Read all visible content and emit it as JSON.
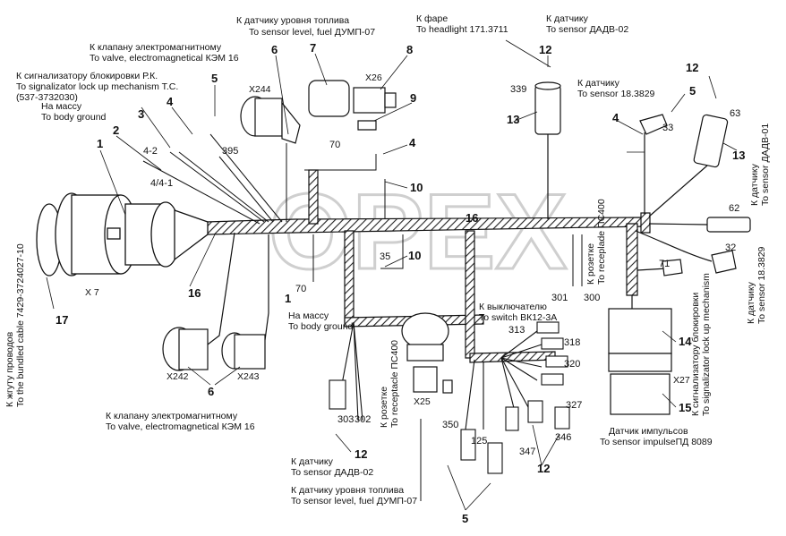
{
  "watermark": "OPEX",
  "labels": {
    "fuel_top_ru": "К датчику уровня топлива",
    "fuel_top_en": "To sensor level, fuel ДУМП-07",
    "headlight_ru": "К фаре",
    "headlight_en": "To headlight 171.3711",
    "sensor_dadv_top_ru": "К датчику",
    "sensor_dadv_top_en": "To sensor ДАДВ-02",
    "valve_top_ru": "К клапану электромагнитному",
    "valve_top_en": "To valve, electromagnetical КЭМ 16",
    "signal_rk_ru": "К сигнализатору блокировки Р.К.",
    "signal_rk_en": "To signalizator lock up mechanism T.C.",
    "signal_rk_code": "(537-3732030)",
    "ground_top_ru": "На массу",
    "ground_top_en": "To body ground",
    "sensor_18_top_ru": "К датчику",
    "sensor_18_top_en": "To sensor 18.3829",
    "sensor_dadv01_ru": "К датчику",
    "sensor_dadv01_en": "To sensor ДАДВ-01",
    "bundled_ru": "К жгуту проводов",
    "bundled_en": "To the bundled cable 7429-3724027-10",
    "receptacle_right_ru": "К розетке",
    "receptacle_right_en": "To receplade ПС400",
    "switch_ru": "К выключателю",
    "switch_en": "To switch ВК12-3А",
    "ground_mid_ru": "На массу",
    "ground_mid_en": "To body ground",
    "receptacle_mid_ru": "К розетке",
    "receptacle_mid_en": "To receptacle ПС400",
    "sensor_18_right_ru": "К датчику",
    "sensor_18_right_en": "To sensor 18.3829",
    "signal_right_ru": "К сигнализатору блокировки",
    "signal_right_en": "To signalizator lock up mechanism",
    "impulse_ru": "Датчик импульсов",
    "impulse_en": "To sensor impulseПД 8089",
    "valve_bottom_ru": "К клапану электромагнитному",
    "valve_bottom_en": "To valve, electromagnetical КЭМ 16",
    "sensor_dadv_bottom_ru": "К датчику",
    "sensor_dadv_bottom_en": "To sensor ДАДВ-02",
    "fuel_bottom_ru": "К датчику уровня топлива",
    "fuel_bottom_en": "To sensor level, fuel ДУМП-07"
  },
  "connectors": {
    "x7": "X 7",
    "x244": "X244",
    "x26": "X26",
    "x242": "X242",
    "x243": "X243",
    "x25": "X25",
    "x27": "X27"
  },
  "callouts": {
    "c1a": "1",
    "c1b": "1",
    "c2": "2",
    "c3": "3",
    "c4a": "4",
    "c4b": "4",
    "c4c": "4",
    "c5a": "5",
    "c5b": "5",
    "c5c": "5",
    "c6a": "6",
    "c6b": "6",
    "c7": "7",
    "c8": "8",
    "c9": "9",
    "c10a": "10",
    "c10b": "10",
    "c12a": "12",
    "c12b": "12",
    "c12c": "12",
    "c12d": "12",
    "c13a": "13",
    "c13b": "13",
    "c14": "14",
    "c15": "15",
    "c16a": "16",
    "c16b": "16",
    "c17": "17"
  },
  "wires": {
    "w4_2": "4-2",
    "w4_4_1": "4/4-1",
    "w395": "395",
    "w70a": "70",
    "w70b": "70",
    "w339": "339",
    "w33": "33",
    "w63": "63",
    "w62": "62",
    "w32": "32",
    "w71": "71",
    "w35": "35",
    "w301": "301",
    "w300": "300",
    "w313": "313",
    "w318": "318",
    "w320": "320",
    "w327": "327",
    "w346": "346",
    "w347": "347",
    "w350": "350",
    "w125": "125",
    "w303": "303",
    "w302": "302"
  }
}
